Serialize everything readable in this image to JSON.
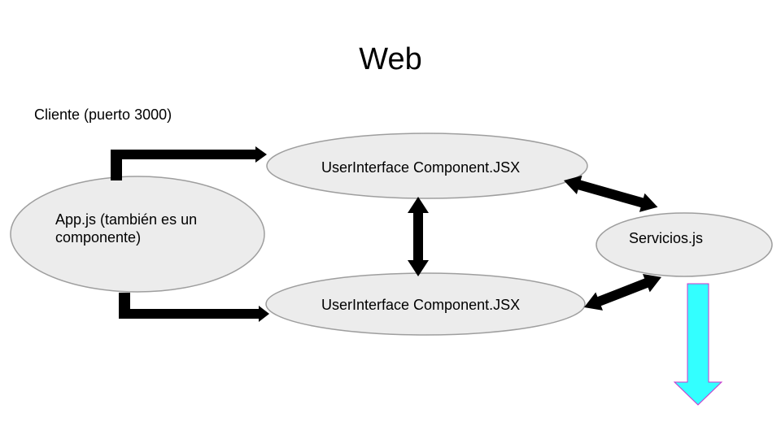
{
  "diagram": {
    "title": "Web",
    "region_label": "Cliente (puerto 3000)",
    "nodes": {
      "app": {
        "label_line1": "App.js (también es un",
        "label_line2": "componente)"
      },
      "ui_top": {
        "label": "UserInterface Component.JSX"
      },
      "ui_bottom": {
        "label": "UserInterface Component.JSX"
      },
      "servicios": {
        "label": "Servicios.js"
      }
    },
    "edges": [
      {
        "from": "app",
        "to": "ui_top",
        "direction": "forward"
      },
      {
        "from": "app",
        "to": "ui_bottom",
        "direction": "forward"
      },
      {
        "from": "ui_top",
        "to": "ui_bottom",
        "direction": "both"
      },
      {
        "from": "ui_top",
        "to": "servicios",
        "direction": "both"
      },
      {
        "from": "ui_bottom",
        "to": "servicios",
        "direction": "both"
      },
      {
        "from": "servicios",
        "to": "",
        "direction": "down"
      }
    ],
    "colors": {
      "node_fill": "#ececec",
      "node_stroke": "#9e9e9e",
      "arrow": "#000000",
      "out_arrow_fill": "#33ffff",
      "out_arrow_stroke": "#cc33cc"
    }
  }
}
